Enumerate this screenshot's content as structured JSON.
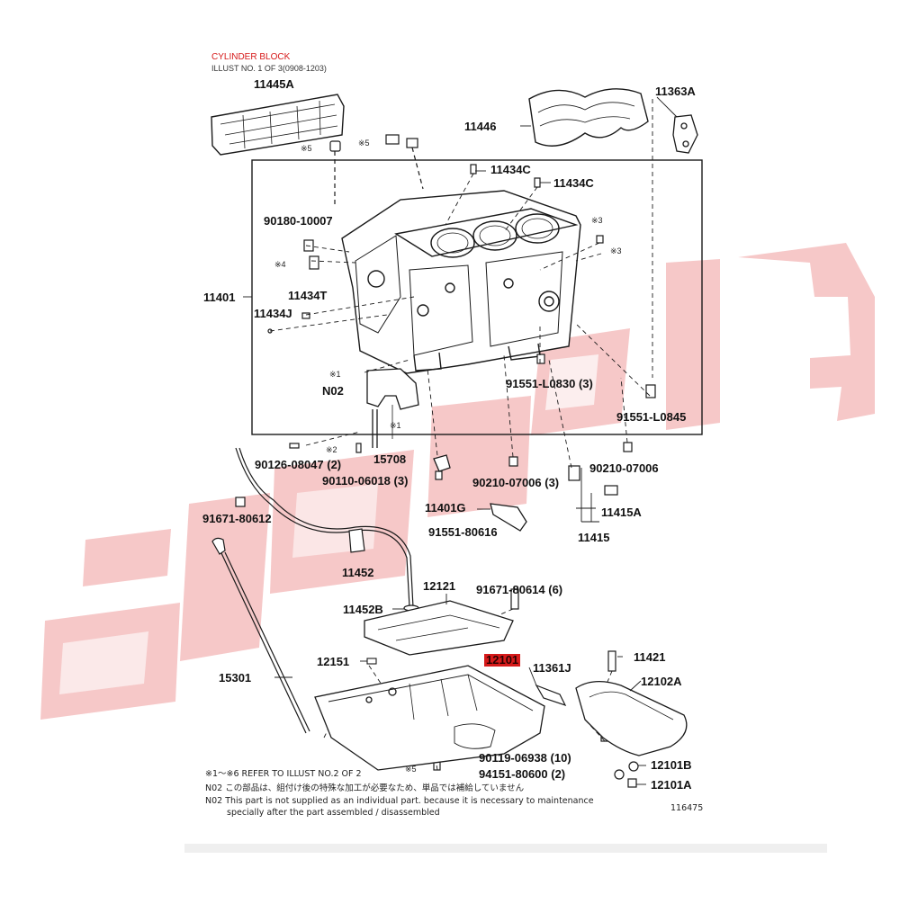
{
  "header": {
    "title": "CYLINDER BLOCK",
    "subtitle": "ILLUST NO. 1 OF 3(0908-1203)"
  },
  "labels": {
    "p11445A": "11445A",
    "p11446": "11446",
    "p11363A": "11363A",
    "s5a": "※5",
    "s5b": "※5",
    "p11434C1": "11434C",
    "p11434C2": "11434C",
    "p90180": "90180-10007",
    "s4": "※4",
    "s3a": "※3",
    "s3b": "※3",
    "p11401": "11401",
    "p11434T": "11434T",
    "p11434J": "11434J",
    "s1a": "※1",
    "n02": "N02",
    "s1b": "※1",
    "p91551L0830": "91551-L0830 (3)",
    "p91551L0845": "91551-L0845",
    "s2": "※2",
    "p90126": "90126-08047 (2)",
    "p15708": "15708",
    "p90110": "90110-06018 (3)",
    "p90210a": "90210-07006 (3)",
    "p90210b": "90210-07006",
    "p91671a": "91671-80612",
    "p11401G": "11401G",
    "p11415A": "11415A",
    "p91551_80616": "91551-80616",
    "p11415": "11415",
    "p11452": "11452",
    "p12121": "12121",
    "p91671b": "91671-80614 (6)",
    "p11452B": "11452B",
    "p12151": "12151",
    "p12101": "12101",
    "p11361J": "11361J",
    "p11421": "11421",
    "p15301": "15301",
    "p12102A": "12102A",
    "p90119": "90119-06938 (10)",
    "p94151": "94151-80600 (2)",
    "p12101B": "12101B",
    "p12101A": "12101A",
    "s5c": "※5"
  },
  "notes": {
    "ref": "※1～※6 REFER TO ILLUST NO.2 OF 2",
    "n02_jp": "N02  この部品は、組付け後の特殊な加工が必要なため、単品では補給していません",
    "n02_en1": "N02  This part is not supplied as an individual part. because it is necessary to maintenance",
    "n02_en2": "specially after the part assembled / disassembled",
    "illust_no": "116475"
  },
  "watermark": {
    "text": "ابو دانيال",
    "color": "#f5bcbc"
  },
  "colors": {
    "line": "#1a1a1a",
    "title": "#d61a1a",
    "highlight": "#d61a1a"
  }
}
